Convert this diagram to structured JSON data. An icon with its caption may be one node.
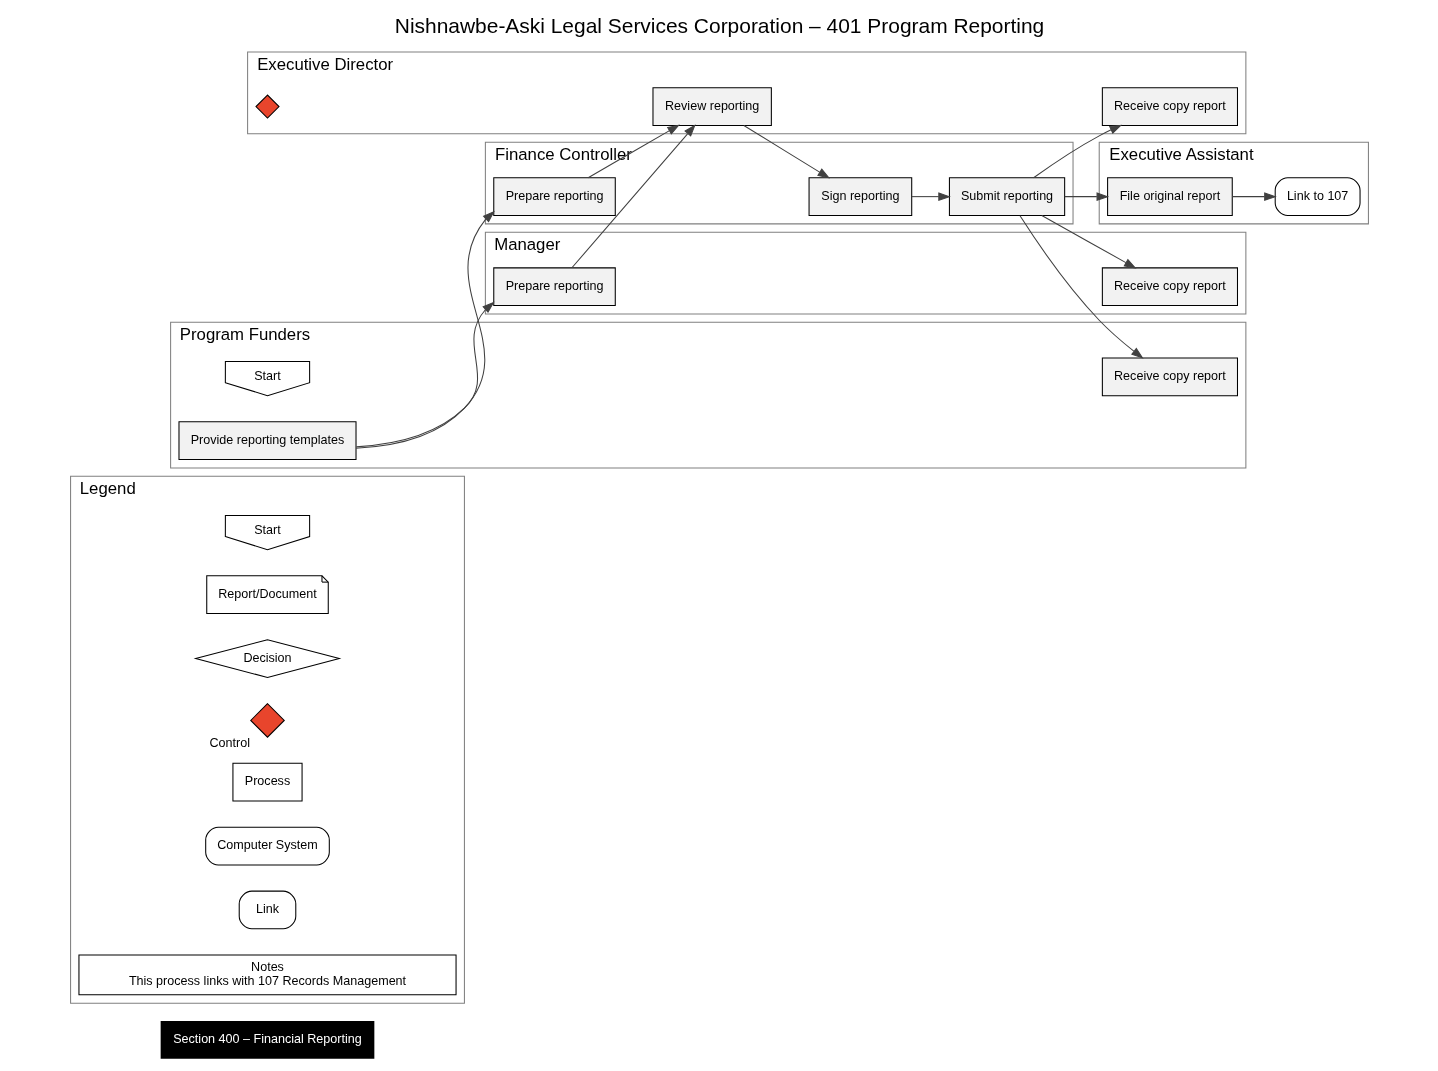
{
  "diagram": {
    "title": "Nishnawbe-Aski Legal Services Corporation – 401 Program Reporting",
    "nodes": [
      {
        "text": [
          "Legend"
        ]
      },
      {
        "text": [
          "Start"
        ],
        "in": 0
      },
      {
        "text": [
          "Report/Document"
        ],
        "in": 0
      },
      {
        "text": [
          "Decision"
        ],
        "in": 0
      },
      {
        "text": [
          "Control"
        ],
        "in": 0
      },
      {
        "text": [
          "Process"
        ],
        "in": 0
      },
      {
        "text": [
          "Computer System"
        ],
        "in": 0
      },
      {
        "text": [
          "Link"
        ],
        "in": 0
      },
      {
        "text": [
          "Notes",
          "This process links with 107 Records Management"
        ],
        "in": 0
      },
      {
        "text": [
          "Program Funders"
        ]
      },
      {
        "text": [
          "Start"
        ],
        "in": 9
      },
      {
        "text": [
          "Provide reporting templates"
        ],
        "in": 9
      },
      {
        "text": [
          "Receive copy report"
        ],
        "in": 9
      },
      {
        "text": [
          "Finance Controller"
        ]
      },
      {
        "text": [
          "Prepare reporting"
        ],
        "in": 13
      },
      {
        "text": [
          "Sign reporting"
        ],
        "in": 13
      },
      {
        "text": [
          "Submit reporting"
        ],
        "in": 13
      },
      {
        "text": [
          "Manager"
        ]
      },
      {
        "text": [
          "Prepare reporting"
        ],
        "in": 17
      },
      {
        "text": [
          "Receive copy report"
        ],
        "in": 17
      },
      {
        "text": [
          "Executive Director"
        ]
      },
      {
        "text": [
          "Review reporting"
        ],
        "in": 20
      },
      {
        "text": [],
        "shape": "diamond",
        "in": 20
      },
      {
        "text": [
          "Receive copy report"
        ],
        "in": 20
      },
      {
        "text": [
          "Executive Assistant"
        ]
      },
      {
        "text": [
          "File original report"
        ],
        "in": 24
      },
      {
        "text": [
          "Link to 107"
        ],
        "in": 24
      }
    ],
    "edges": [
      {
        "from": 11,
        "to": 14,
        "arrow": "to"
      },
      {
        "from": 11,
        "to": 18,
        "arrow": "to"
      },
      {
        "from": 14,
        "to": 21,
        "arrow": "to"
      },
      {
        "from": 18,
        "to": 21,
        "arrow": "to"
      },
      {
        "from": 21,
        "to": 15,
        "arrow": "to"
      },
      {
        "from": 15,
        "to": 16,
        "arrow": "to"
      },
      {
        "from": 16,
        "to": 12,
        "arrow": "to"
      },
      {
        "from": 16,
        "to": 19,
        "arrow": "to"
      },
      {
        "from": 16,
        "to": 23,
        "arrow": "to"
      },
      {
        "from": 16,
        "to": 25,
        "arrow": "to"
      },
      {
        "from": 25,
        "to": 26,
        "arrow": "to"
      }
    ],
    "labels": [
      "Section 400 – Financial Reporting"
    ]
  }
}
